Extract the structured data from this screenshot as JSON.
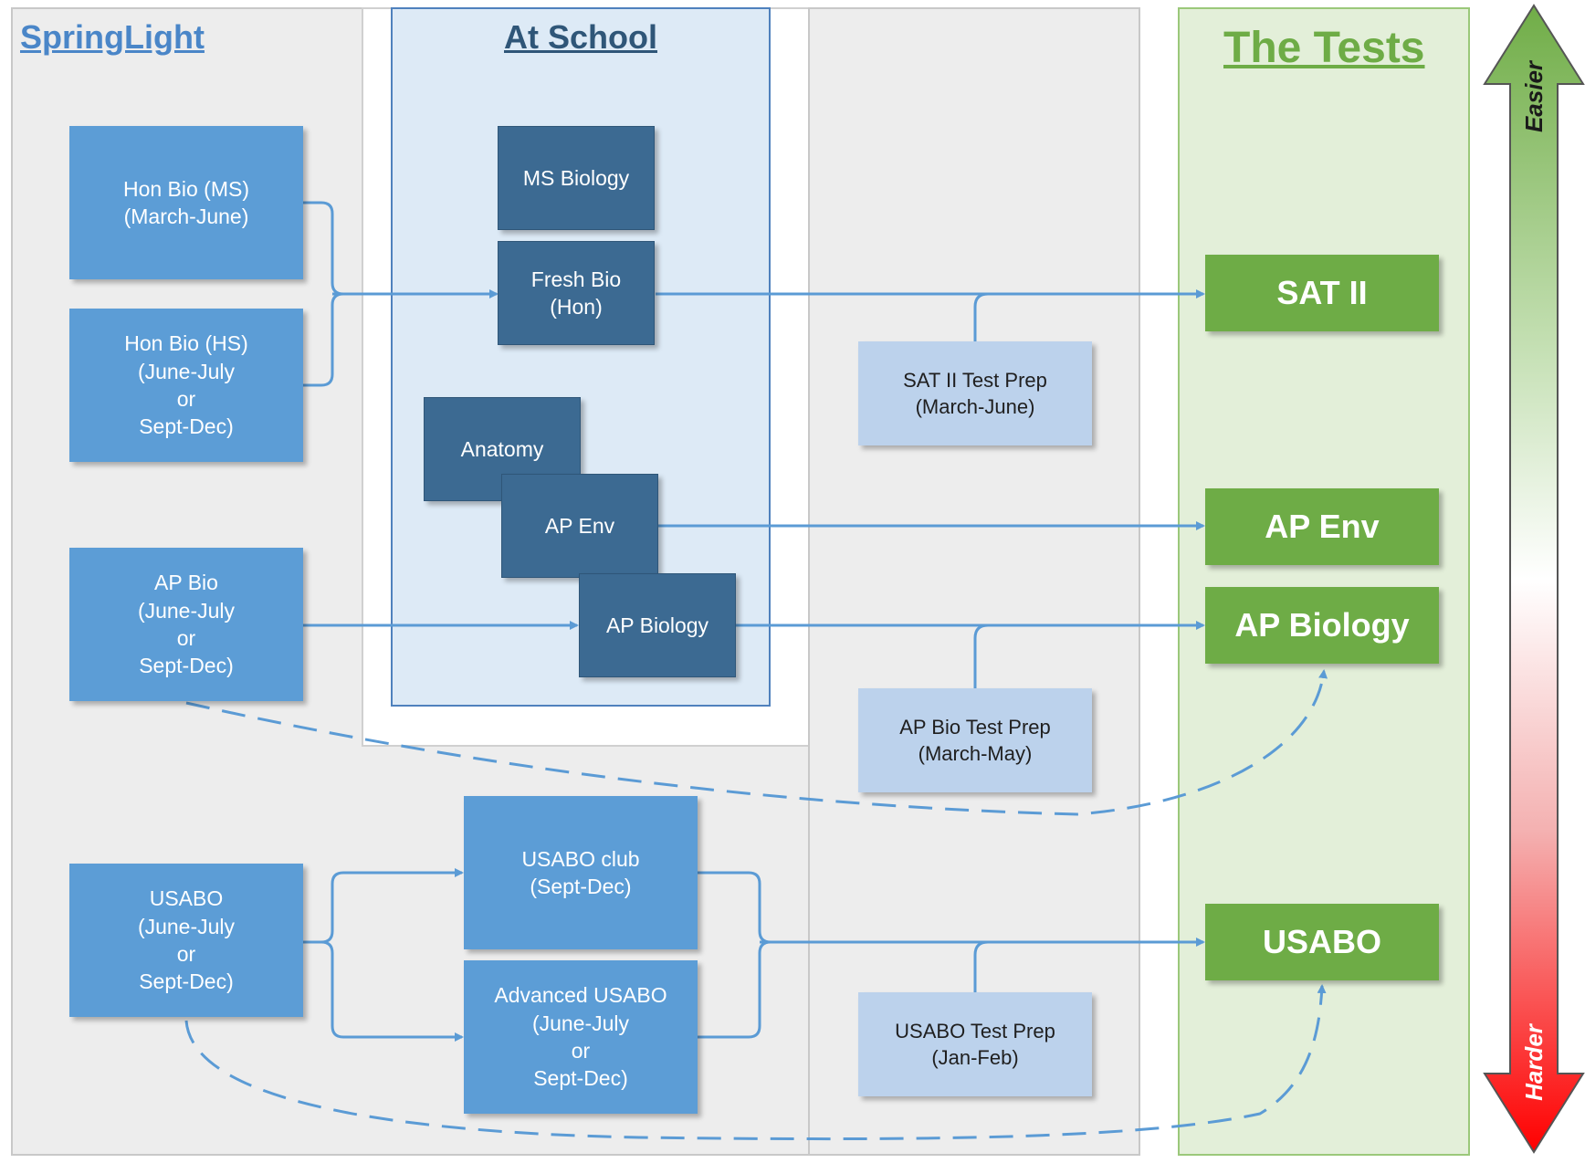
{
  "colors": {
    "springlight_box": "#5c9dd6",
    "school_box": "#3c6a92",
    "prep_box": "#bcd2ec",
    "test_box": "#6eac46",
    "connector": "#5b9bd5",
    "panel_gray": "#ededed",
    "panel_blue": "#ddeaf6",
    "panel_green": "#e3efd9",
    "arrow_top": "#70ad47",
    "arrow_bottom": "#ff0000"
  },
  "sections": {
    "springlight": "SpringLight",
    "at_school": "At School",
    "the_tests": "The Tests"
  },
  "springlight_courses": {
    "hon_bio_ms": {
      "line1": "Hon Bio (MS)",
      "line2": "(March-June)"
    },
    "hon_bio_hs": {
      "line1": "Hon Bio (HS)",
      "line2": "(June-July",
      "line3": "or",
      "line4": "Sept-Dec)"
    },
    "ap_bio": {
      "line1": "AP Bio",
      "line2": "(June-July",
      "line3": "or",
      "line4": "Sept-Dec)"
    },
    "usabo": {
      "line1": "USABO",
      "line2": "(June-July",
      "line3": "or",
      "line4": "Sept-Dec)"
    },
    "usabo_club": {
      "line1": "USABO club",
      "line2": "(Sept-Dec)"
    },
    "advanced_usabo": {
      "line1": "Advanced USABO",
      "line2": "(June-July",
      "line3": "or",
      "line4": "Sept-Dec)"
    }
  },
  "school_courses": {
    "ms_biology": "MS Biology",
    "fresh_bio": {
      "line1": "Fresh Bio",
      "line2": "(Hon)"
    },
    "anatomy": "Anatomy",
    "ap_env": "AP Env",
    "ap_biology": "AP Biology"
  },
  "test_preps": {
    "sat2": {
      "line1": "SAT II Test Prep",
      "line2": "(March-June)"
    },
    "ap_bio": {
      "line1": "AP Bio Test Prep",
      "line2": "(March-May)"
    },
    "usabo": {
      "line1": "USABO Test Prep",
      "line2": "(Jan-Feb)"
    }
  },
  "tests": {
    "sat2": "SAT II",
    "ap_env": "AP Env",
    "ap_biology": "AP Biology",
    "usabo": "USABO"
  },
  "difficulty_arrow": {
    "top_label": "Easier",
    "bottom_label": "Harder"
  }
}
